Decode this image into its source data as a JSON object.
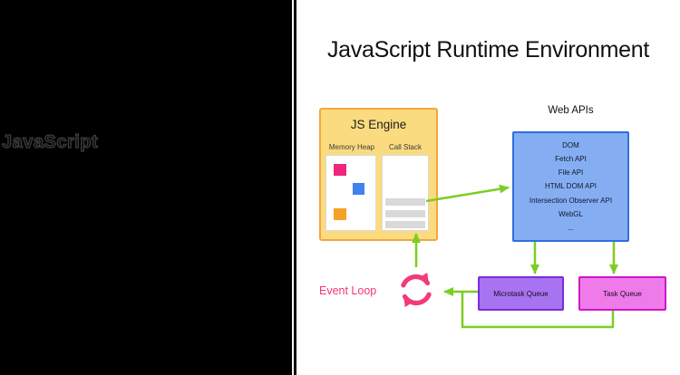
{
  "left_panel": {
    "watermark": "JavaScript"
  },
  "title": "JavaScript Runtime Environment",
  "js_engine": {
    "title": "JS Engine",
    "memory_heap_label": "Memory Heap",
    "call_stack_label": "Call Stack"
  },
  "web_apis": {
    "label": "Web APIs",
    "items": [
      "DOM",
      "Fetch API",
      "File API",
      "HTML DOM API",
      "Intersection Observer API",
      "WebGL",
      "..."
    ]
  },
  "event_loop": {
    "label": "Event Loop"
  },
  "queues": {
    "microtask_label": "Microtask Queue",
    "task_label": "Task Queue"
  },
  "colors": {
    "engine_fill": "#FBDB80",
    "engine_border": "#F2A73B",
    "webapis_fill": "#85AEF2",
    "webapis_border": "#2E6FDE",
    "microtask_fill": "#A873F0",
    "microtask_border": "#7A2BE0",
    "task_fill": "#EF7BEB",
    "task_border": "#CE17C8",
    "arrow_green": "#7CCE22",
    "event_loop_pink": "#F23A7C",
    "heap_square_pink": "#F0257C",
    "heap_square_blue": "#3F82EC",
    "heap_square_orange": "#F5A128"
  }
}
